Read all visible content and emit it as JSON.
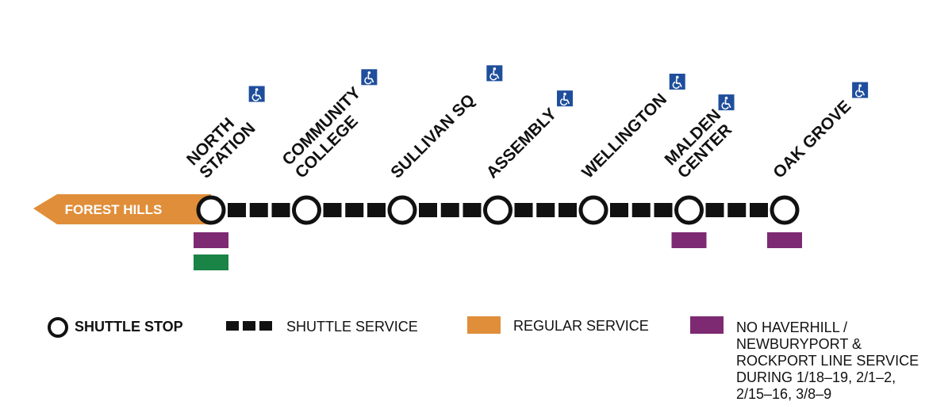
{
  "colors": {
    "line": "#111111",
    "regular_service": "#e08e3a",
    "purple_service": "#7d2a73",
    "green_service": "#1a8346",
    "accessibility": "#1f4e9c"
  },
  "arrow": {
    "label": "FOREST HILLS"
  },
  "stations": [
    {
      "id": "north-station",
      "lines": [
        "NORTH",
        "STATION"
      ],
      "accessible": true,
      "swatches": [
        "purple",
        "green"
      ]
    },
    {
      "id": "community-college",
      "lines": [
        "COMMUNITY",
        "COLLEGE"
      ],
      "accessible": true,
      "swatches": []
    },
    {
      "id": "sullivan-sq",
      "lines": [
        "SULLIVAN SQ"
      ],
      "accessible": true,
      "swatches": []
    },
    {
      "id": "assembly",
      "lines": [
        "ASSEMBLY"
      ],
      "accessible": true,
      "swatches": []
    },
    {
      "id": "wellington",
      "lines": [
        "WELLINGTON"
      ],
      "accessible": true,
      "swatches": []
    },
    {
      "id": "malden-center",
      "lines": [
        "MALDEN",
        "CENTER"
      ],
      "accessible": true,
      "swatches": [
        "purple"
      ]
    },
    {
      "id": "oak-grove",
      "lines": [
        "OAK GROVE"
      ],
      "accessible": true,
      "swatches": [
        "purple"
      ]
    }
  ],
  "accessibility_icon": "wheelchair-icon",
  "legend": {
    "shuttle_stop": "SHUTTLE STOP",
    "shuttle_service": "SHUTTLE SERVICE",
    "regular_service": "REGULAR SERVICE",
    "no_service_lines": [
      "NO HAVERHILL /",
      "NEWBURYPORT &",
      "ROCKPORT LINE SERVICE",
      "DURING 1/18–19, 2/1–2,",
      "2/15–16, 3/8–9"
    ]
  }
}
